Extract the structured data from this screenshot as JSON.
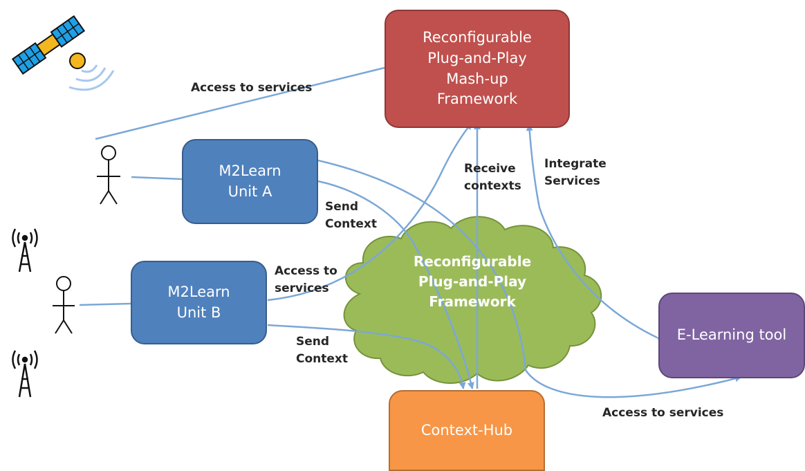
{
  "nodes": {
    "mashup": "Reconfigurable\nPlug-and-Play\nMash-up\nFramework",
    "unit_a": "M2Learn\nUnit A",
    "unit_b": "M2Learn\nUnit B",
    "cloud": "Reconfigurable\nPlug-and-Play\nFramework",
    "elearning": "E-Learning tool",
    "context_hub": "Context-Hub"
  },
  "edge_labels": {
    "access_top": "Access to services",
    "send_context_a": "Send\nContext",
    "access_b": "Access to\nservices",
    "send_context_b": "Send\nContext",
    "receive_contexts": "Receive\ncontexts",
    "integrate_services": "Integrate\nServices",
    "access_bottom": "Access to services"
  },
  "colors": {
    "mashup": "#c0504d",
    "unit": "#4f81bd",
    "cloud": "#9bbb59",
    "elearning": "#8064a2",
    "context_hub": "#f79646",
    "connector": "#7ba7d7"
  },
  "icons": [
    "satellite-icon",
    "stick-figure-icon",
    "radio-tower-icon"
  ]
}
